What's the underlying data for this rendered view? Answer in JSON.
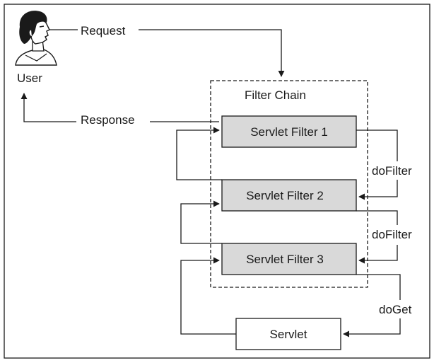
{
  "actor": {
    "label": "User",
    "icon": "user-head-icon"
  },
  "labels": {
    "request": "Request",
    "response": "Response",
    "filter_chain": "Filter Chain",
    "do_filter_1": "doFilter",
    "do_filter_2": "doFilter",
    "do_get": "doGet"
  },
  "nodes": {
    "filter1": "Servlet Filter 1",
    "filter2": "Servlet Filter 2",
    "filter3": "Servlet Filter 3",
    "servlet": "Servlet"
  },
  "colors": {
    "filter_fill": "#d9d9d9",
    "servlet_fill": "#ffffff",
    "line": "#1a1a1a",
    "skin": "#ffffff",
    "hair": "#1a1a1a"
  }
}
